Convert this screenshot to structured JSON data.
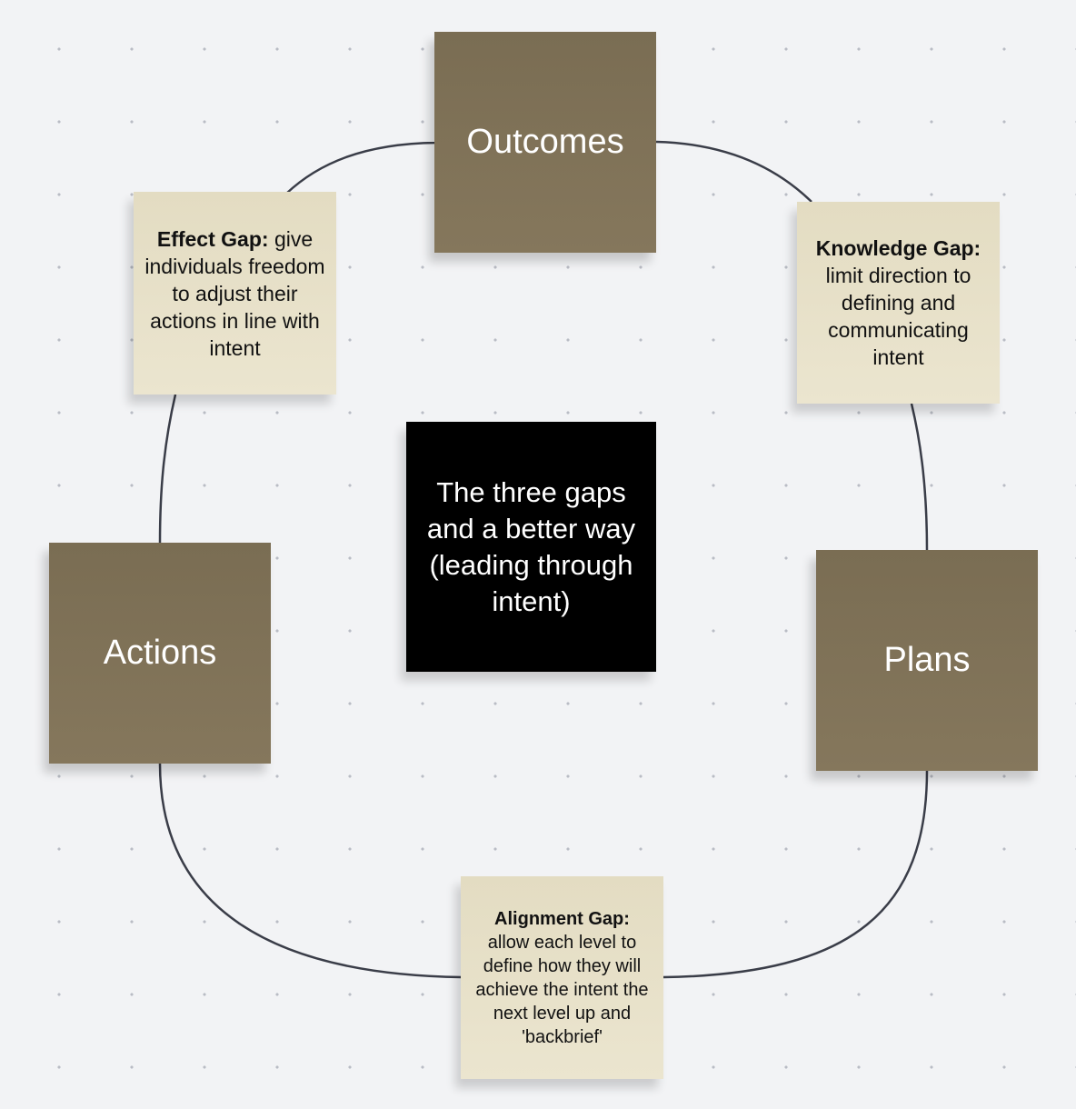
{
  "diagram": {
    "center_note": "The three gaps and a better way (leading through intent)",
    "stages": {
      "outcomes": "Outcomes",
      "plans": "Plans",
      "actions": "Actions"
    },
    "gaps": {
      "effect": {
        "title": "Effect Gap:",
        "text": "give individuals freedom to adjust their actions in line with intent"
      },
      "knowledge": {
        "title": "Knowledge Gap:",
        "text": "limit direction to defining and communicating intent"
      },
      "alignment": {
        "title": "Alignment Gap:",
        "text": "allow each level to define how they will achieve the intent the next level up and 'backbrief'"
      }
    },
    "colors": {
      "stage_note": "#7f7258",
      "gap_note": "#e7e1ca",
      "center_note": "#000000",
      "connector": "#3a3d48",
      "canvas": "#f2f3f5"
    }
  }
}
